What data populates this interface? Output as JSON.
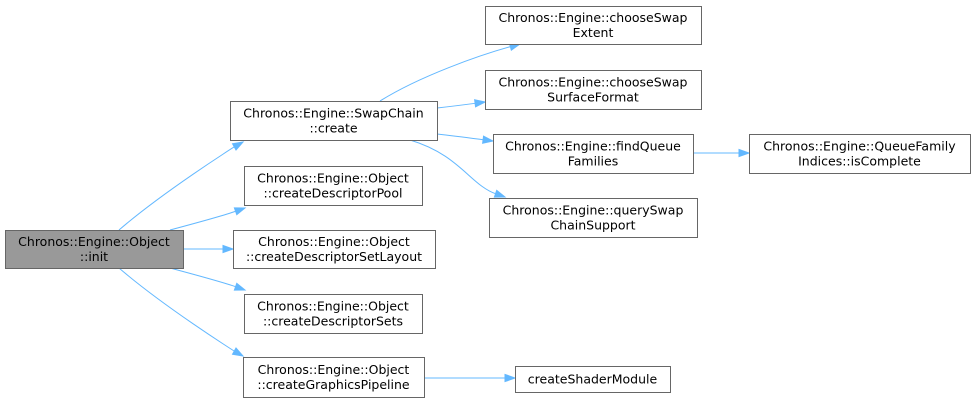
{
  "nodes": [
    {
      "id": "init",
      "lines": [
        "Chronos::Engine::Object",
        "::init"
      ],
      "root": true
    },
    {
      "id": "swapchain-create",
      "lines": [
        "Chronos::Engine::SwapChain",
        "::create"
      ]
    },
    {
      "id": "create-descriptor-pool",
      "lines": [
        "Chronos::Engine::Object",
        "::createDescriptorPool"
      ]
    },
    {
      "id": "create-descriptor-set-layout",
      "lines": [
        "Chronos::Engine::Object",
        "::createDescriptorSetLayout"
      ]
    },
    {
      "id": "create-descriptor-sets",
      "lines": [
        "Chronos::Engine::Object",
        "::createDescriptorSets"
      ]
    },
    {
      "id": "create-graphics-pipeline",
      "lines": [
        "Chronos::Engine::Object",
        "::createGraphicsPipeline"
      ]
    },
    {
      "id": "choose-swap-extent",
      "lines": [
        "Chronos::Engine::chooseSwap",
        "Extent"
      ]
    },
    {
      "id": "choose-swap-surface-format",
      "lines": [
        "Chronos::Engine::chooseSwap",
        "SurfaceFormat"
      ]
    },
    {
      "id": "find-queue-families",
      "lines": [
        "Chronos::Engine::findQueue",
        "Families"
      ]
    },
    {
      "id": "query-swap-chain-support",
      "lines": [
        "Chronos::Engine::querySwap",
        "ChainSupport"
      ]
    },
    {
      "id": "queue-family-is-complete",
      "lines": [
        "Chronos::Engine::QueueFamily",
        "Indices::isComplete"
      ]
    },
    {
      "id": "create-shader-module",
      "lines": [
        "createShaderModule"
      ]
    }
  ],
  "edges": [
    {
      "from": "init",
      "to": "swapchain-create"
    },
    {
      "from": "init",
      "to": "create-descriptor-pool"
    },
    {
      "from": "init",
      "to": "create-descriptor-set-layout"
    },
    {
      "from": "init",
      "to": "create-descriptor-sets"
    },
    {
      "from": "init",
      "to": "create-graphics-pipeline"
    },
    {
      "from": "swapchain-create",
      "to": "choose-swap-extent"
    },
    {
      "from": "swapchain-create",
      "to": "choose-swap-surface-format"
    },
    {
      "from": "swapchain-create",
      "to": "find-queue-families"
    },
    {
      "from": "swapchain-create",
      "to": "query-swap-chain-support"
    },
    {
      "from": "find-queue-families",
      "to": "queue-family-is-complete"
    },
    {
      "from": "create-graphics-pipeline",
      "to": "create-shader-module"
    }
  ],
  "colors": {
    "edge": "#63b8ff",
    "node_border": "#666666",
    "root_fill": "#999999",
    "node_fill": "#ffffff"
  }
}
